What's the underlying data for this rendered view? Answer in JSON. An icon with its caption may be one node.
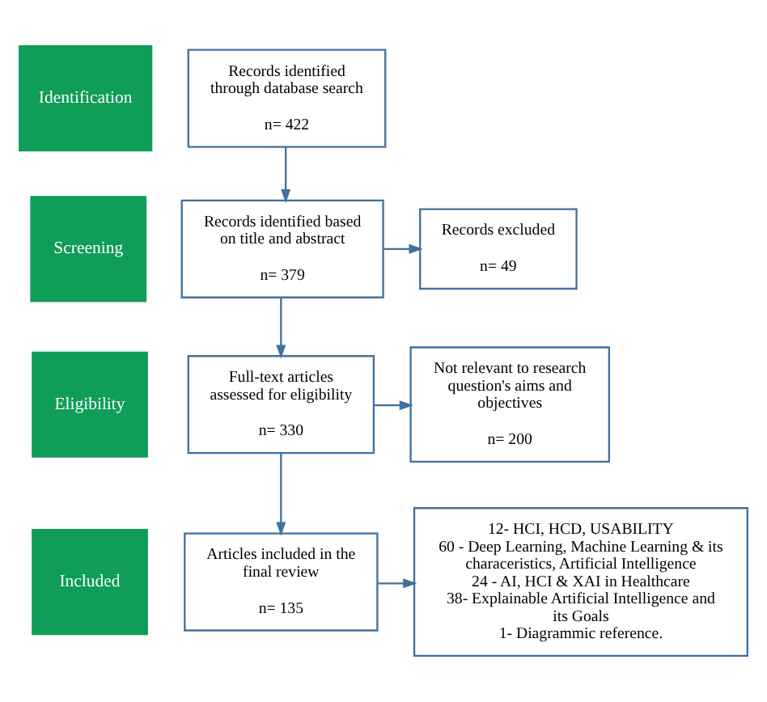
{
  "diagram": {
    "nodes": [
      {
        "text": [
          "Identification"
        ]
      },
      {
        "text": [
          "Records identified through database search",
          "n= 422"
        ]
      },
      {
        "text": [
          "Screening"
        ]
      },
      {
        "text": [
          "Records identified based on title and abstract",
          "n= 379"
        ]
      },
      {
        "text": [
          "Records excluded",
          "n= 49"
        ]
      },
      {
        "text": [
          "Eligibility"
        ]
      },
      {
        "text": [
          "Not relevant to research question's aims and objectives",
          "n= 200"
        ]
      },
      {
        "text": [
          "Full-text articles assessed for eligibility",
          "n= 330"
        ]
      },
      {
        "text": [
          "Included"
        ]
      },
      {
        "text": [
          "Articles included in the final review",
          "n= 135"
        ]
      },
      {
        "text": [
          "12- HCI, HCD, USABILITY",
          "60 - Deep Learning, Machine Learning & its characeristics, Artificial Intelligence",
          "24 - AI, HCI & XAI in Healthcare",
          "38- Explainable Artificial Intelligence and its Goals",
          "1- Diagrammic reference."
        ]
      }
    ],
    "edges": [
      {
        "from": 1,
        "to": 3,
        "arrow": "to"
      },
      {
        "from": 3,
        "to": 4,
        "arrow": "to"
      },
      {
        "from": 3,
        "to": 7,
        "arrow": "to"
      },
      {
        "from": 7,
        "to": 6,
        "arrow": "to"
      },
      {
        "from": 7,
        "to": 9,
        "arrow": "to"
      },
      {
        "from": 9,
        "to": 10,
        "arrow": "to"
      }
    ]
  }
}
